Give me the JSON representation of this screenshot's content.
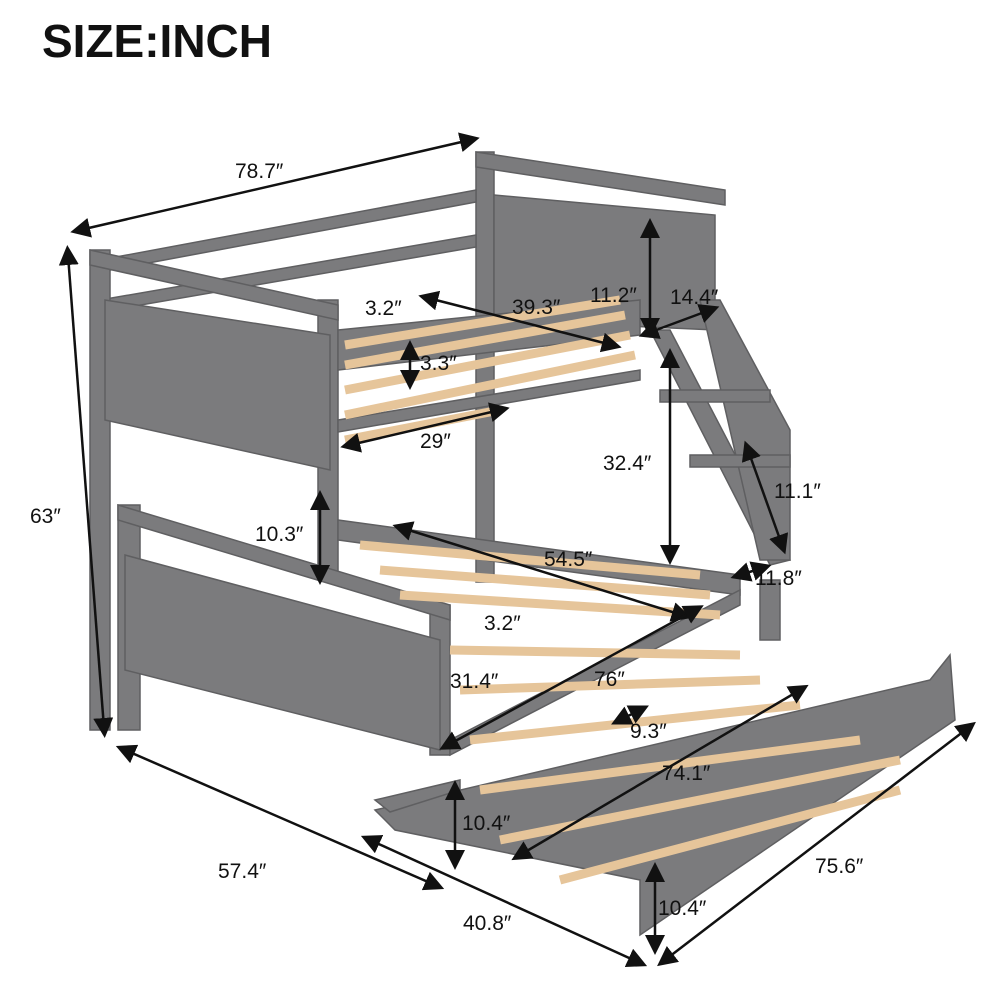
{
  "title": "SIZE:INCH",
  "colors": {
    "frame": "#7b7b7d",
    "frame_dark": "#5f5f61",
    "slat": "#e6c59a",
    "arrow": "#111111"
  },
  "dimensions": {
    "overall_length": "78.7″",
    "overall_height": "63″",
    "top_slat_gap": "3.2″",
    "top_inner_length": "39.3″",
    "top_guardrail_height": "11.2″",
    "ladder_width": "14.4″",
    "top_rail_gap": "3.3″",
    "top_opening": "29″",
    "ladder_height": "32.4″",
    "ladder_step": "11.1″",
    "bottom_clearance": "10.3″",
    "bottom_width": "54.5″",
    "ladder_depth": "11.8″",
    "bottom_slat_gap": "3.2″",
    "bottom_rail_height": "31.4″",
    "bottom_length": "76″",
    "trundle_slat_gap": "9.3″",
    "trundle_length": "74.1″",
    "trundle_clearance": "10.4″",
    "overall_width": "57.4″",
    "trundle_width": "40.8″",
    "trundle_height": "10.4″",
    "trundle_extended_length": "75.6″"
  }
}
